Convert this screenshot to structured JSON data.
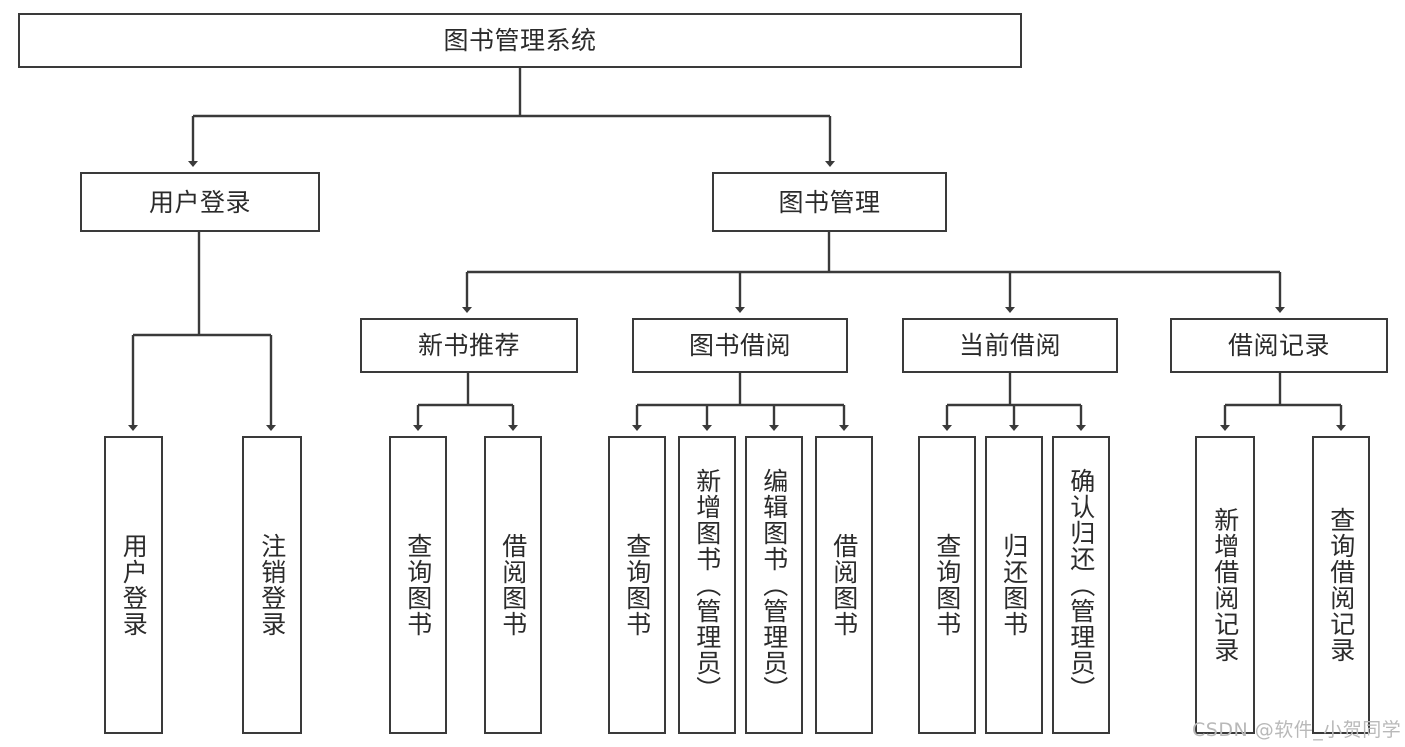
{
  "diagram": {
    "type": "tree-hierarchy",
    "orientation": "top-down",
    "stroke_color": "#3a3a3a",
    "text_color": "#2b2b2b",
    "background": "#ffffff",
    "root": {
      "id": "root",
      "label": "图书管理系统",
      "level": 0
    },
    "level1": [
      {
        "id": "user-login",
        "label": "用户登录"
      },
      {
        "id": "book-manage",
        "label": "图书管理"
      }
    ],
    "level2": [
      {
        "id": "new-book-rec",
        "label": "新书推荐",
        "parent": "book-manage"
      },
      {
        "id": "book-borrow",
        "label": "图书借阅",
        "parent": "book-manage"
      },
      {
        "id": "current-borrow",
        "label": "当前借阅",
        "parent": "book-manage"
      },
      {
        "id": "borrow-record",
        "label": "借阅记录",
        "parent": "book-manage"
      }
    ],
    "leaves": [
      {
        "id": "leaf-user-login",
        "label": "用户登录",
        "parent": "user-login"
      },
      {
        "id": "leaf-logout",
        "label": "注销登录",
        "parent": "user-login"
      },
      {
        "id": "leaf-query-book-1",
        "label": "查询图书",
        "parent": "new-book-rec"
      },
      {
        "id": "leaf-borrow-book-1",
        "label": "借阅图书",
        "parent": "new-book-rec"
      },
      {
        "id": "leaf-query-book-2",
        "label": "查询图书",
        "parent": "book-borrow"
      },
      {
        "id": "leaf-add-book",
        "label": "新增图书（管理员）",
        "parent": "book-borrow"
      },
      {
        "id": "leaf-edit-book",
        "label": "编辑图书（管理员）",
        "parent": "book-borrow"
      },
      {
        "id": "leaf-borrow-book-2",
        "label": "借阅图书",
        "parent": "book-borrow"
      },
      {
        "id": "leaf-query-book-3",
        "label": "查询图书",
        "parent": "current-borrow"
      },
      {
        "id": "leaf-return-book",
        "label": "归还图书",
        "parent": "current-borrow"
      },
      {
        "id": "leaf-confirm-return",
        "label": "确认归还（管理员）",
        "parent": "current-borrow"
      },
      {
        "id": "leaf-add-record",
        "label": "新增借阅记录",
        "parent": "borrow-record"
      },
      {
        "id": "leaf-query-record",
        "label": "查询借阅记录",
        "parent": "borrow-record"
      }
    ]
  },
  "watermark": {
    "text": "CSDN @软件_小贺同学"
  }
}
